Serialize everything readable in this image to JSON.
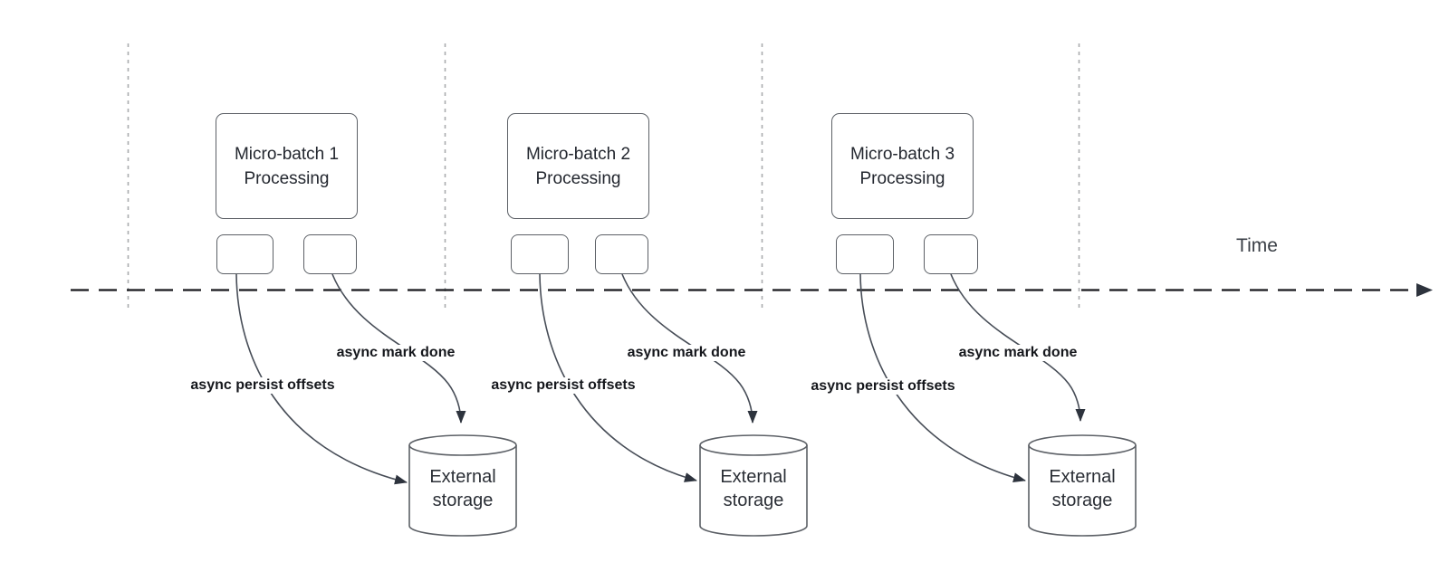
{
  "diagram": {
    "time_axis_label": "Time",
    "batches": [
      {
        "title": "Micro-batch 1 Processing",
        "persist_arrow_label": "async persist offsets",
        "mark_done_arrow_label": "async mark done",
        "storage_label": "External storage"
      },
      {
        "title": "Micro-batch 2 Processing",
        "persist_arrow_label": "async persist offsets",
        "mark_done_arrow_label": "async mark done",
        "storage_label": "External storage"
      },
      {
        "title": "Micro-batch 3 Processing",
        "persist_arrow_label": "async persist offsets",
        "mark_done_arrow_label": "async mark done",
        "storage_label": "External storage"
      }
    ],
    "colors": {
      "box_border": "#5c6066",
      "box_text": "#23272f",
      "bold_label_text": "#15171c",
      "timeline_axis": "#17181c",
      "gridline": "#a9abae",
      "arrow_stroke": "#474d57"
    }
  }
}
